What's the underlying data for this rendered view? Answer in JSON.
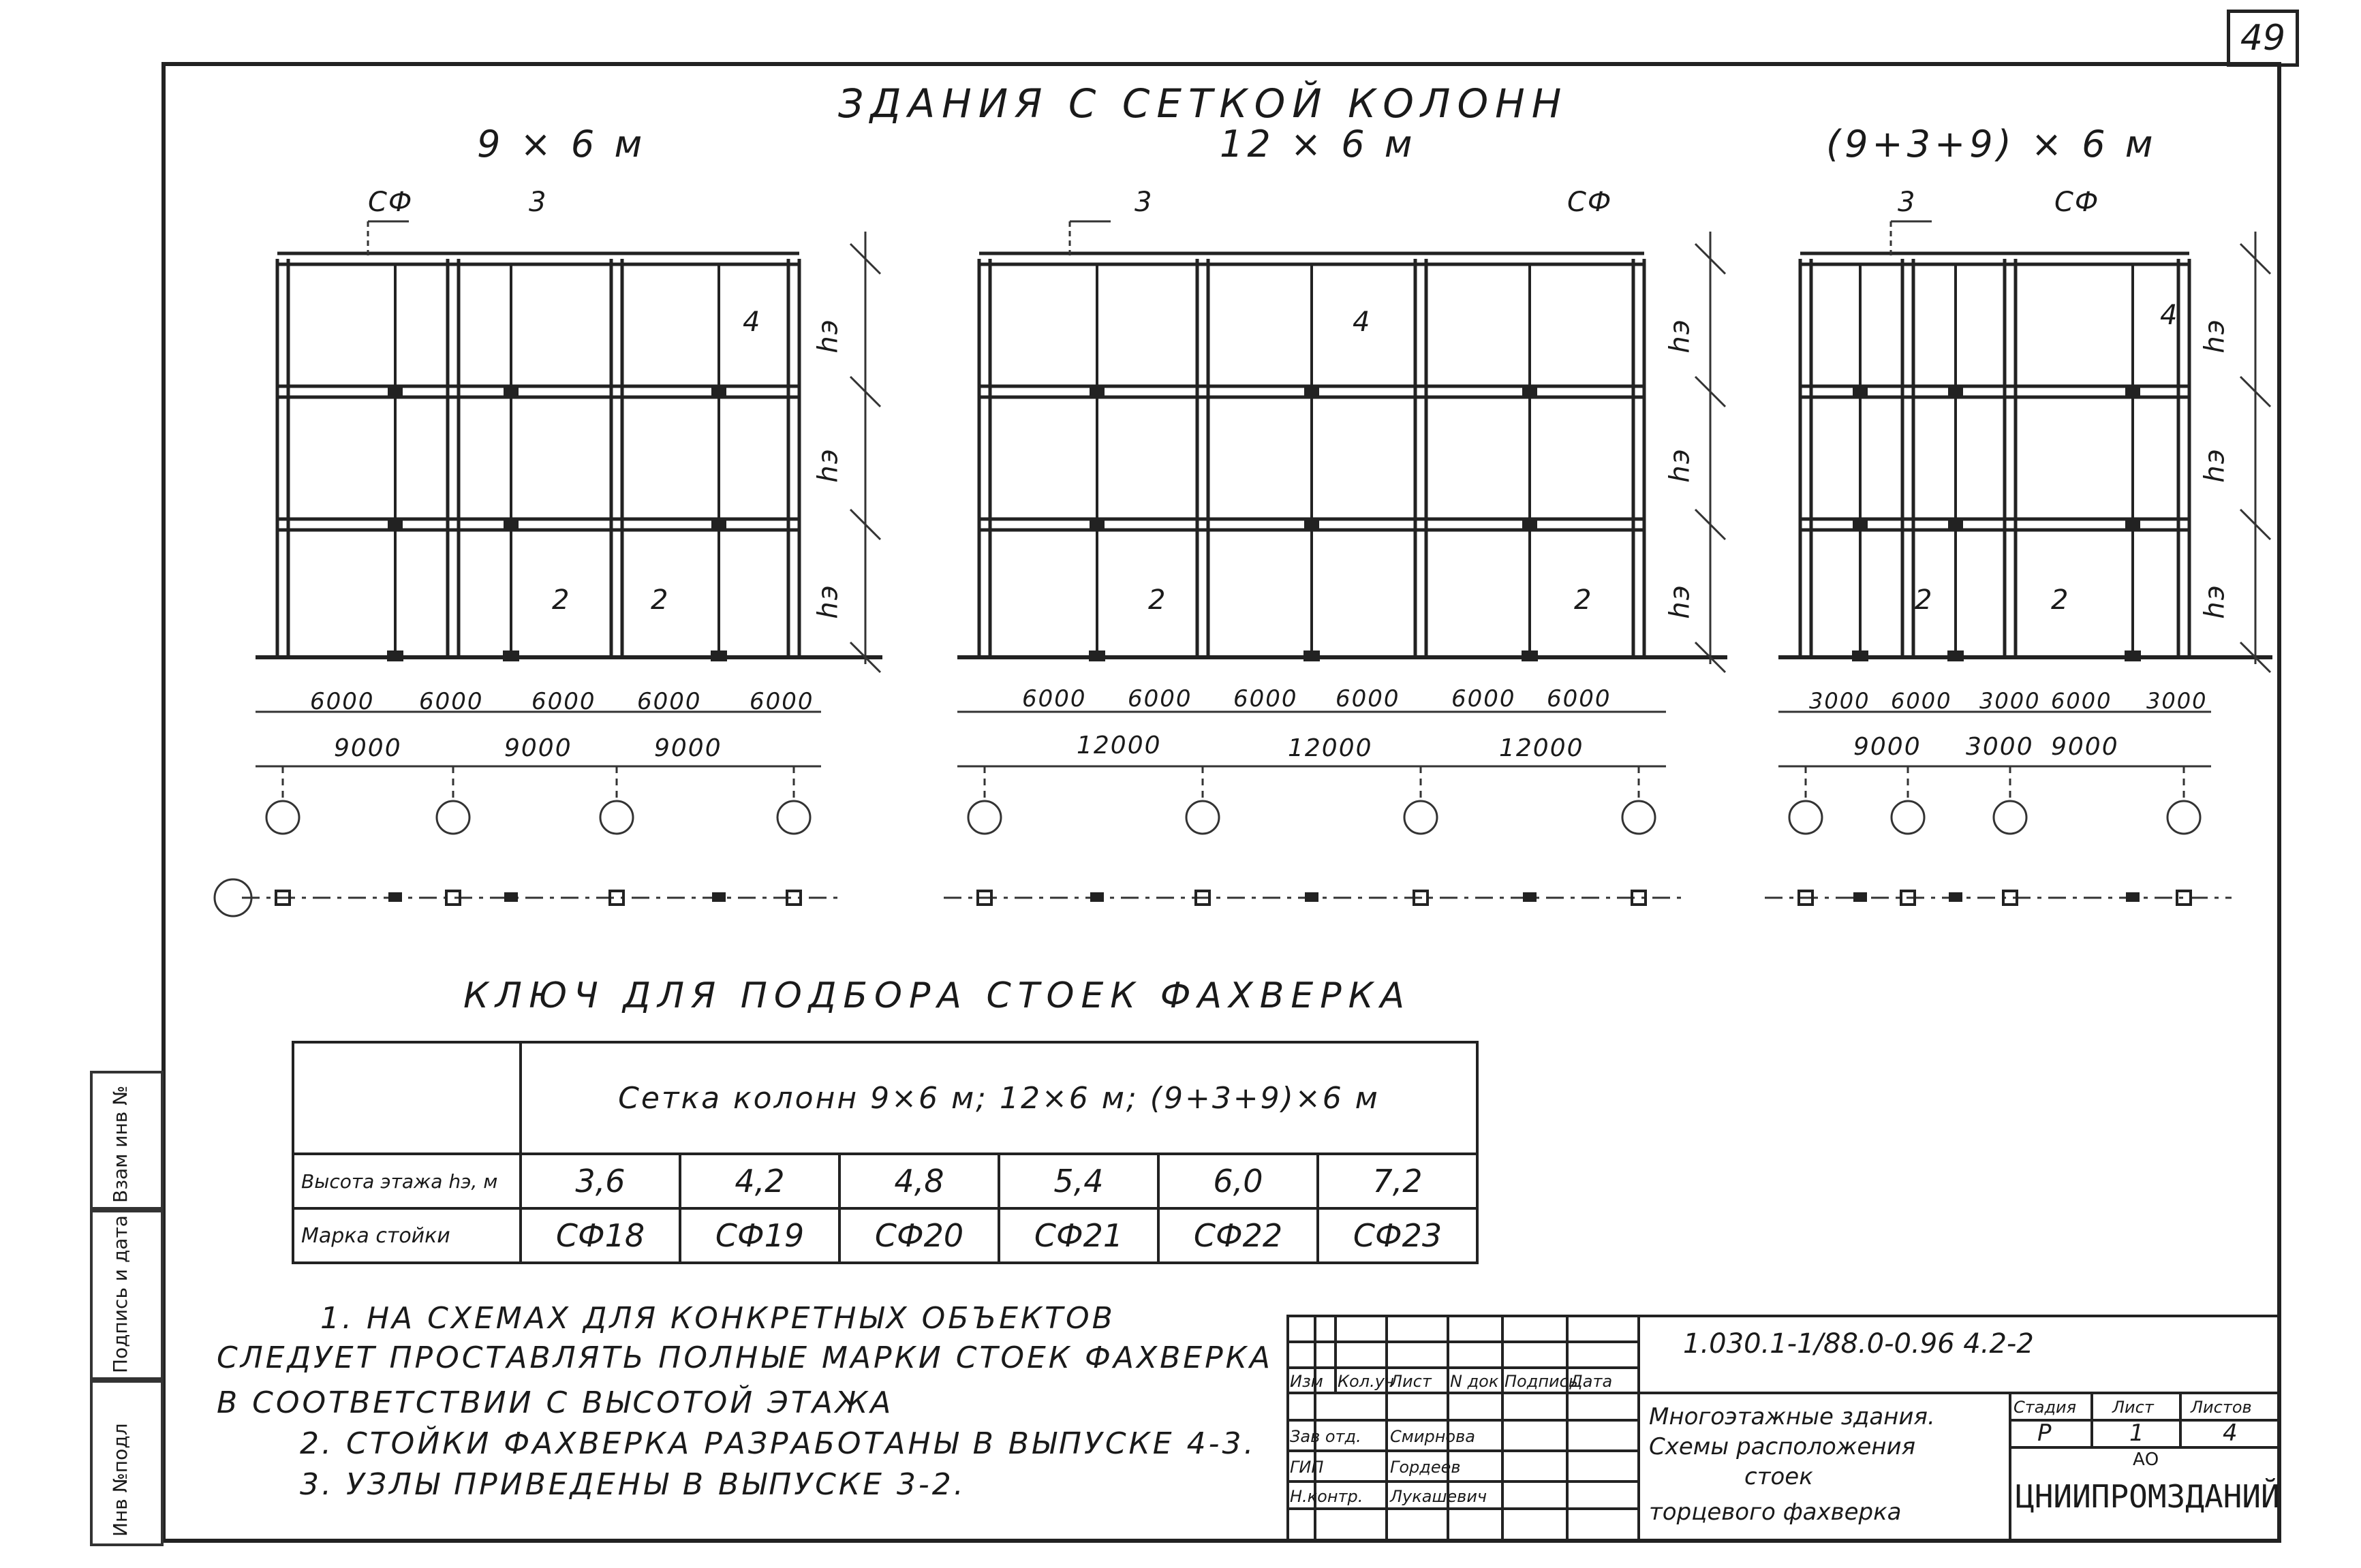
{
  "page_number": "49",
  "title_line1": "ЗДАНИЯ С СЕТКОЙ КОЛОНН",
  "grid_labels": [
    "9 × 6 м",
    "12 × 6 м",
    "(9+3+9) × 6 м"
  ],
  "frame1": {
    "tags": [
      "СФ",
      "3",
      "4",
      "2",
      "2"
    ],
    "spacings": [
      "6000",
      "6000",
      "6000",
      "6000",
      "6000"
    ],
    "bays": [
      "9000",
      "9000",
      "9000"
    ],
    "floor_labels": [
      "hэ",
      "hэ",
      "hэ"
    ]
  },
  "frame2": {
    "tags": [
      "3",
      "СФ",
      "4",
      "2",
      "2"
    ],
    "spacings": [
      "6000",
      "6000",
      "6000",
      "6000",
      "6000",
      "6000"
    ],
    "bays": [
      "12000",
      "12000",
      "12000"
    ],
    "floor_labels": [
      "hэ",
      "hэ",
      "hэ"
    ]
  },
  "frame3": {
    "tags": [
      "3",
      "СФ",
      "4",
      "2",
      "2"
    ],
    "spacings": [
      "3000",
      "6000",
      "3000",
      "6000",
      "3000"
    ],
    "bays": [
      "9000",
      "3000",
      "9000"
    ],
    "floor_labels": [
      "hэ",
      "hэ",
      "hэ"
    ]
  },
  "key_title": "КЛЮЧ ДЛЯ ПОДБОРА СТОЕК ФАХВЕРКА",
  "key_table": {
    "header": "Сетка колонн 9×6 м; 12×6 м; (9+3+9)×6 м",
    "row1_label": "Высота этажа hэ, м",
    "row2_label": "Марка стойки",
    "heights": [
      "3,6",
      "4,2",
      "4,8",
      "5,4",
      "6,0",
      "7,2"
    ],
    "marks": [
      "СФ18",
      "СФ19",
      "СФ20",
      "СФ21",
      "СФ22",
      "СФ23"
    ]
  },
  "notes": [
    "1. НА СХЕМАХ ДЛЯ КОНКРЕТНЫХ ОБЪЕКТОВ",
    "СЛЕДУЕТ ПРОСТАВЛЯТЬ ПОЛНЫЕ МАРКИ СТОЕК ФАХВЕРКА",
    "В СООТВЕТСТВИИ С ВЫСОТОЙ ЭТАЖА",
    "2. СТОЙКИ ФАХВЕРКА РАЗРАБОТАНЫ В ВЫПУСКЕ 4-3.",
    "3. УЗЛЫ ПРИВЕДЕНЫ В ВЫПУСКЕ 3-2."
  ],
  "side_labels": [
    "Инв №подл",
    "Подпись и дата",
    "Взам инв №"
  ],
  "stamp": {
    "doc_code": "1.030.1-1/88.0-0.96 4.2-2",
    "col_heads": [
      "Изм",
      "Кол.уч",
      "Лист",
      "N док",
      "Подпись",
      "Дата"
    ],
    "roles": [
      "Зав отд.",
      "ГИП",
      "Н.контр."
    ],
    "names": [
      "Смирнова",
      "Гордеев",
      "Лукашевич"
    ],
    "description": [
      "Многоэтажные здания.",
      "Схемы расположения",
      "стоек",
      "торцевого фахверка"
    ],
    "stage_heads": [
      "Стадия",
      "Лист",
      "Листов"
    ],
    "stage_vals": [
      "Р",
      "1",
      "4"
    ],
    "org_small": "АО",
    "org": "ЦНИИПРОМЗДАНИЙ"
  }
}
